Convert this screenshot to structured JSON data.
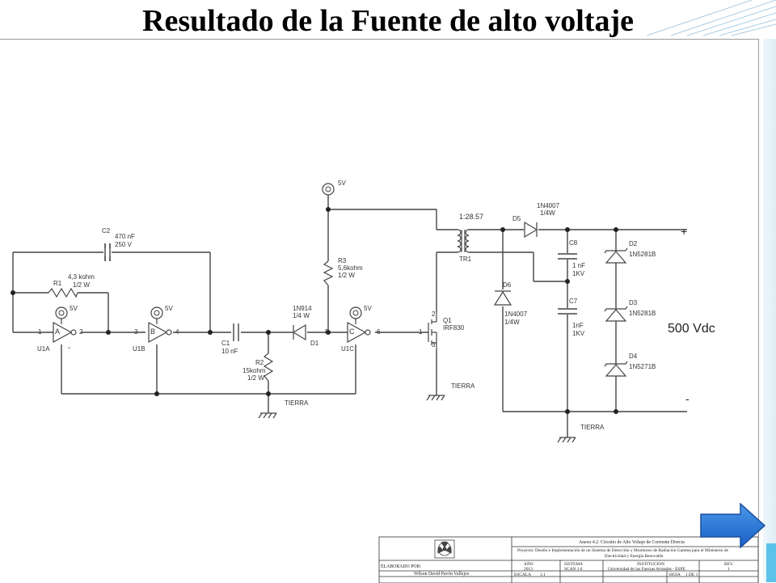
{
  "slide": {
    "title": "Resultado de la Fuente de alto voltaje",
    "big_label": "500 Vdc",
    "plus": "+",
    "minus": "-"
  },
  "components": {
    "c2": {
      "ref": "C2",
      "value": "470 nF",
      "rating": "250 V"
    },
    "r1": {
      "ref": "R1",
      "value": "4,3 kohm",
      "rating": "1/2 W"
    },
    "c1": {
      "ref": "C1",
      "value": "10 nF"
    },
    "r2": {
      "ref": "R2",
      "value": "15kohm",
      "rating": "1/2 W"
    },
    "d1": {
      "ref": "D1",
      "part": "1N914",
      "rating": "1/4 W"
    },
    "r3": {
      "ref": "R3",
      "value": "5,6kohm",
      "rating": "1/2 W"
    },
    "q1": {
      "ref": "Q1",
      "part": "IRF830"
    },
    "tr1": {
      "ref": "TR1",
      "ratio": "1:28.57"
    },
    "d5": {
      "ref": "D5",
      "part": "1N4007",
      "rating": "1/4W"
    },
    "d6": {
      "ref": "D6",
      "part": "1N4007",
      "rating": "1/4W"
    },
    "c8": {
      "ref": "C8",
      "value": "1 nF",
      "rating": "1KV"
    },
    "c7": {
      "ref": "C7",
      "value": "1nF",
      "rating": "1KV"
    },
    "d2": {
      "ref": "D2",
      "part": "1N5281B"
    },
    "d3": {
      "ref": "D3",
      "part": "1N5281B"
    },
    "d4": {
      "ref": "D4",
      "part": "1N5271B"
    },
    "u1a": {
      "ref": "U1A",
      "gate": "A",
      "pin_in": "1",
      "pin_out": "2",
      "minus": "-"
    },
    "u1b": {
      "ref": "U1B",
      "gate": "B",
      "pin_in": "3",
      "pin_out": "4"
    },
    "u1c": {
      "ref": "U1C",
      "gate": "C",
      "pin_in": "5",
      "pin_out": "6"
    },
    "supply": "5V",
    "ground": "TIERRA",
    "q1_pins": {
      "gate": "1",
      "drain": "2",
      "source": "3"
    }
  },
  "title_block": {
    "annex": "Anexo 4.2. Circuito de Alto Voltaje de Corriente Directa",
    "project_line1": "Proyecto: Diseño e Implementación de un Sistema de Detección y Monitoreo de Radiación Gamma para el Ministerio de",
    "project_line2": "Electricidad y Energía Renovable",
    "year_label": "AÑO",
    "year": "2013",
    "system_label": "SISTEMA",
    "system": "SCAN 1.0",
    "institution_label": "INSTITUCION",
    "institution": "Universidad de las Fuerzas Armadas - ESPE",
    "rev_label": "REV.",
    "rev": "1",
    "made_by_label": "ELABORADO POR:",
    "author": "Wilson David Pavón Vallejos",
    "scale_label": "ESCALA",
    "scale": "1:1",
    "sheet_label": "HOJA",
    "sheet": "1 DE 1"
  },
  "colors": {
    "accent": "#1e6fd0",
    "wire": "#444444",
    "strip": "#5bc3e8"
  }
}
